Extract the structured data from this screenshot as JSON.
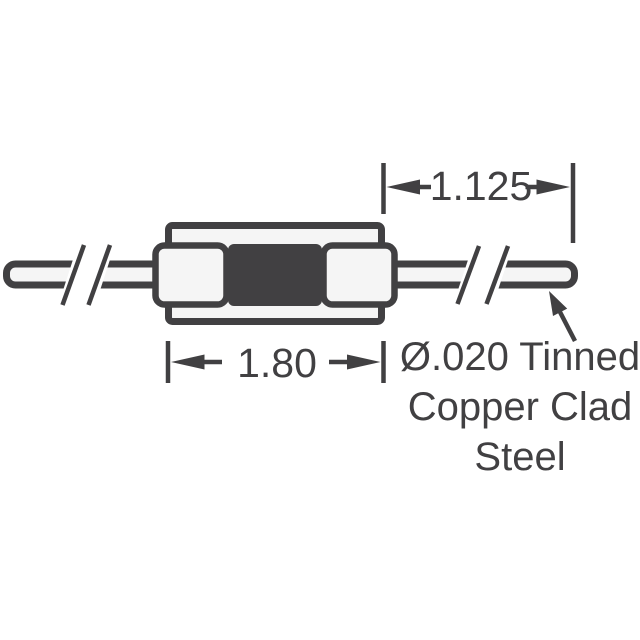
{
  "colors": {
    "line": "#414042",
    "fill": "#f5f5f5",
    "background": "#ffffff"
  },
  "dimensions": {
    "lead_length": "1.125",
    "body_length": "1.80"
  },
  "lead_note": {
    "line1": "Ø.020 Tinned",
    "line2": "Copper Clad",
    "line3": "Steel"
  }
}
